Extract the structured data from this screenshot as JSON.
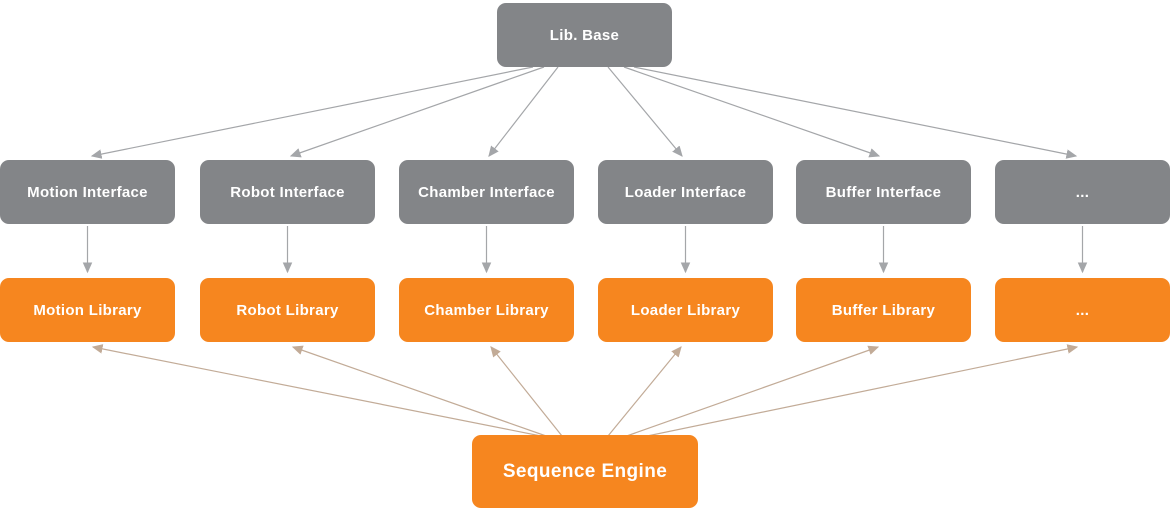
{
  "diagram": {
    "root": {
      "label": "Lib. Base"
    },
    "interfaces": [
      {
        "label": "Motion Interface"
      },
      {
        "label": "Robot Interface"
      },
      {
        "label": "Chamber Interface"
      },
      {
        "label": "Loader Interface"
      },
      {
        "label": "Buffer Interface"
      },
      {
        "label": "..."
      }
    ],
    "libraries": [
      {
        "label": "Motion Library"
      },
      {
        "label": "Robot Library"
      },
      {
        "label": "Chamber Library"
      },
      {
        "label": "Loader Library"
      },
      {
        "label": "Buffer Library"
      },
      {
        "label": "..."
      }
    ],
    "engine": {
      "label": "Sequence Engine"
    }
  },
  "theme": {
    "gray_box": "#838588",
    "orange_box": "#F6861F",
    "gray_arrow": "#A4A6A9",
    "tan_arrow": "#C2AB97"
  }
}
